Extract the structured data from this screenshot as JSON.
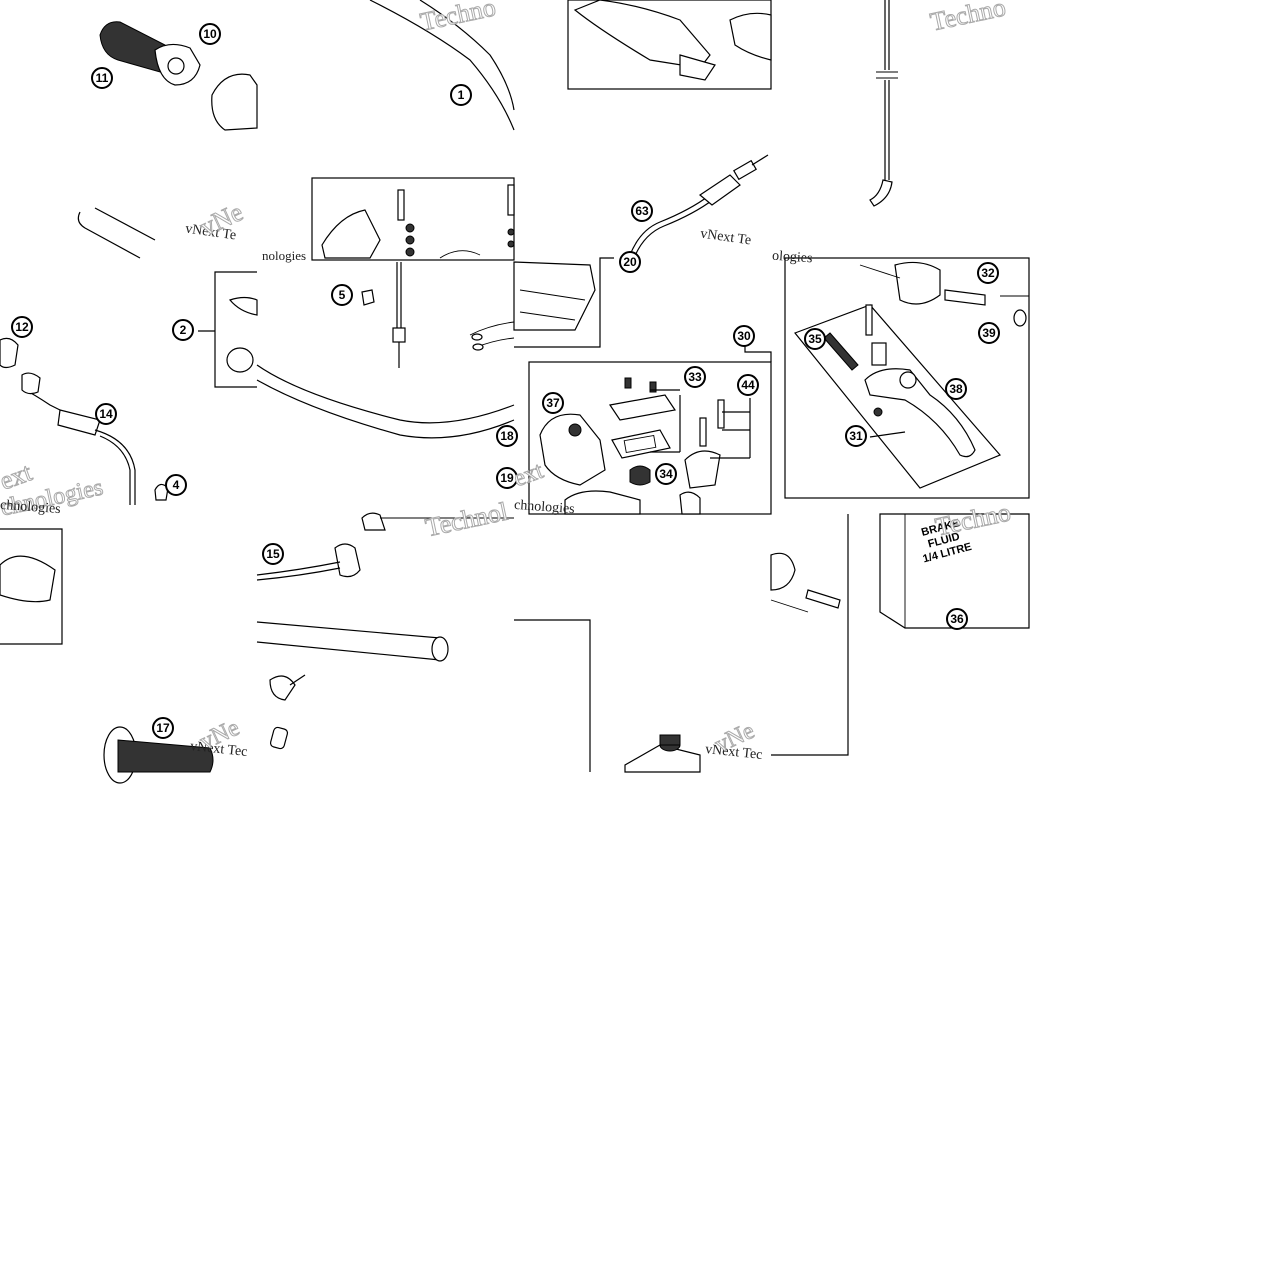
{
  "callouts": {
    "c1": "1",
    "c2": "2",
    "c4": "4",
    "c5": "5",
    "c10": "10",
    "c11": "11",
    "c12": "12",
    "c14": "14",
    "c15": "15",
    "c17": "17",
    "c18": "18",
    "c19": "19",
    "c20": "20",
    "c30": "30",
    "c31": "31",
    "c32": "32",
    "c33": "33",
    "c34": "34",
    "c35": "35",
    "c36": "36",
    "c37": "37",
    "c38": "38",
    "c39": "39",
    "c44": "44",
    "c63": "63"
  },
  "brake_fluid_label": [
    "BRAKE",
    "FLUID",
    "1/4 LITRE"
  ],
  "watermark": {
    "brand_a": "vNext Te",
    "brand_b": "Techno",
    "brand_c": "chnologies",
    "brand_d": "vNe",
    "brand_e": "ext",
    "brand_f": "nologies",
    "brand_g": "vNext Tec",
    "brand_h": "Technol",
    "brand_i": "Techno",
    "brand_j": "ologies"
  }
}
